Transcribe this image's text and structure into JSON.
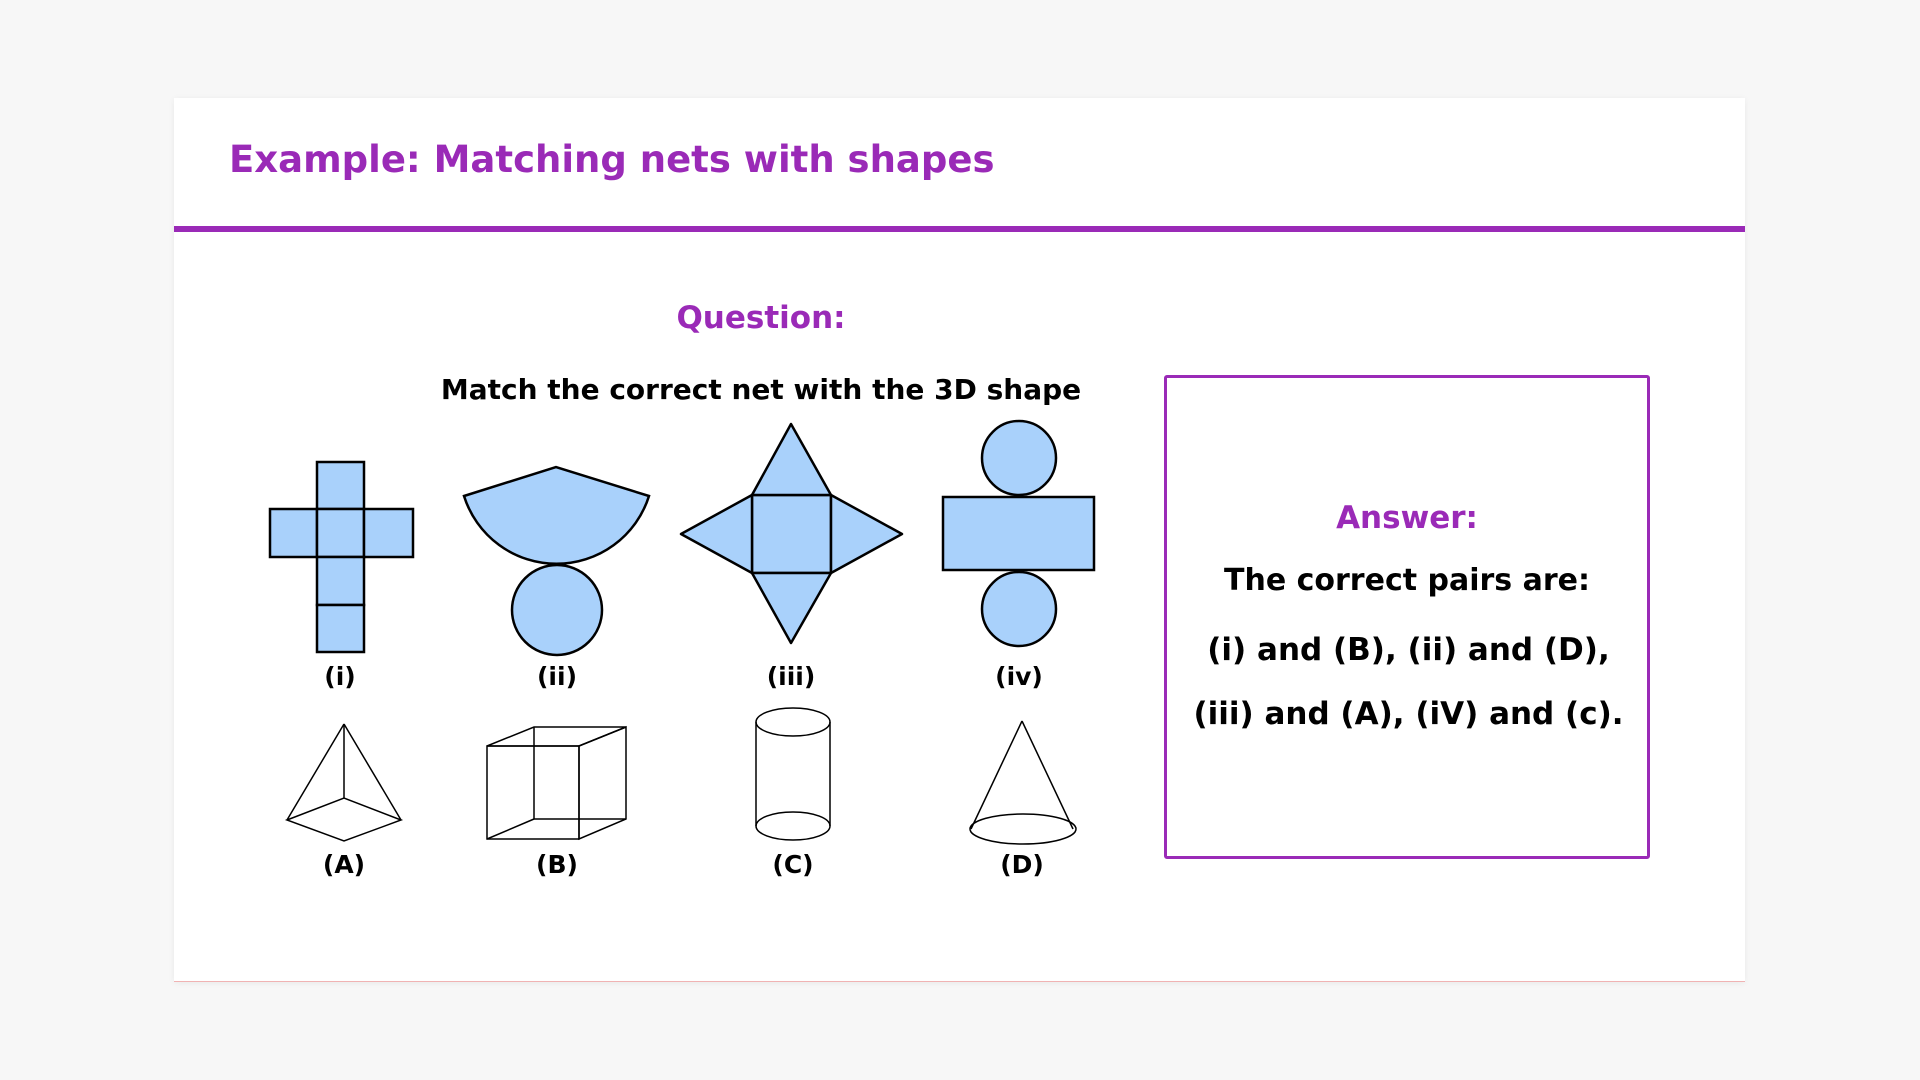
{
  "slide": {
    "title": "Example: Matching nets with shapes"
  },
  "question": {
    "label": "Question:",
    "text": "Match the correct net with the 3D shape"
  },
  "nets": [
    {
      "label": "(i)",
      "shape": "cube-net"
    },
    {
      "label": "(ii)",
      "shape": "cone-net"
    },
    {
      "label": "(iii)",
      "shape": "square-pyramid-net"
    },
    {
      "label": "(iv)",
      "shape": "cylinder-net"
    }
  ],
  "solids": [
    {
      "label": "(A)",
      "shape": "square-pyramid"
    },
    {
      "label": "(B)",
      "shape": "cube"
    },
    {
      "label": "(C)",
      "shape": "cylinder"
    },
    {
      "label": "(D)",
      "shape": "cone"
    }
  ],
  "answer": {
    "label": "Answer:",
    "intro": "The correct pairs are:",
    "pairs": "(i) and (B), (ii) and (D), (iii) and (A), (iV) and (c)."
  },
  "colors": {
    "accent": "#9a2ab7",
    "net_fill": "#a9d1fb",
    "stroke": "#000000"
  }
}
